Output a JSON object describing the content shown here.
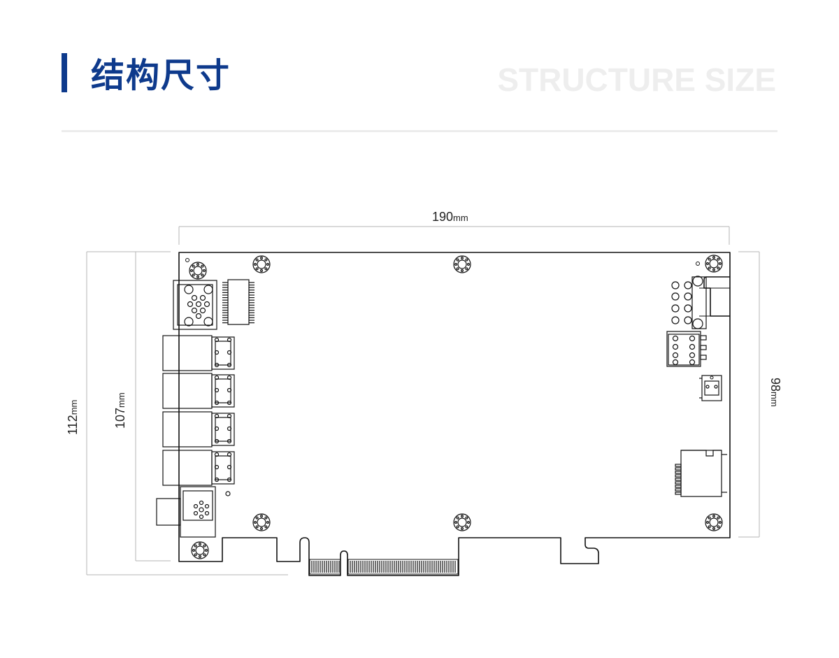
{
  "header": {
    "title_cn": "结构尺寸",
    "title_en": "STRUCTURE SIZE"
  },
  "dimensions": {
    "width": {
      "value": "190",
      "unit": "mm"
    },
    "height_total": {
      "value": "112",
      "unit": "mm"
    },
    "height_board": {
      "value": "107",
      "unit": "mm"
    },
    "height_bracket": {
      "value": "98",
      "unit": "mm"
    }
  },
  "colors": {
    "accent": "#0e3a8c",
    "title_en": "#eeeeee",
    "divider": "#ececec",
    "line": "#111111",
    "dim_line": "#b5b5b5"
  }
}
